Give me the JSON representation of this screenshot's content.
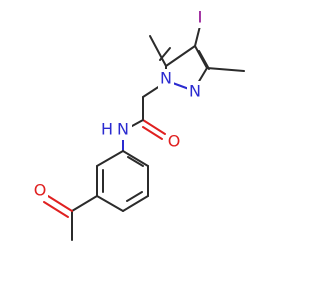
{
  "molecule": {
    "atoms": {
      "iodine": {
        "label": "I",
        "color": "#8b008b"
      },
      "n1": {
        "label": "N",
        "color": "#2b2bd0"
      },
      "n2": {
        "label": "N",
        "color": "#2b2bd0"
      },
      "amide_n": {
        "label": "N",
        "color": "#2b2bd0"
      },
      "amide_h": {
        "label": "H",
        "color": "#2b2bd0"
      },
      "amide_o": {
        "label": "O",
        "color": "#e02020"
      },
      "ketone_o": {
        "label": "O",
        "color": "#e02020"
      }
    }
  }
}
